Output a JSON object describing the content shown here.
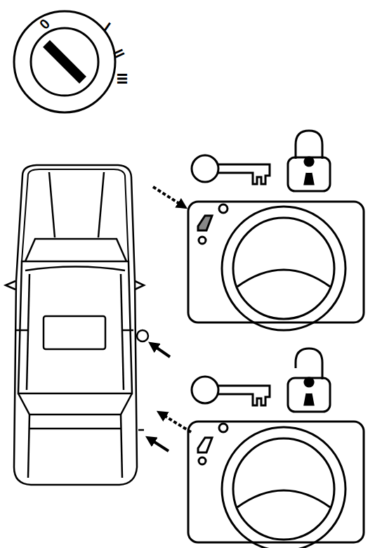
{
  "diagram": {
    "labels": [
      "0",
      "I",
      "II",
      "III"
    ]
  }
}
